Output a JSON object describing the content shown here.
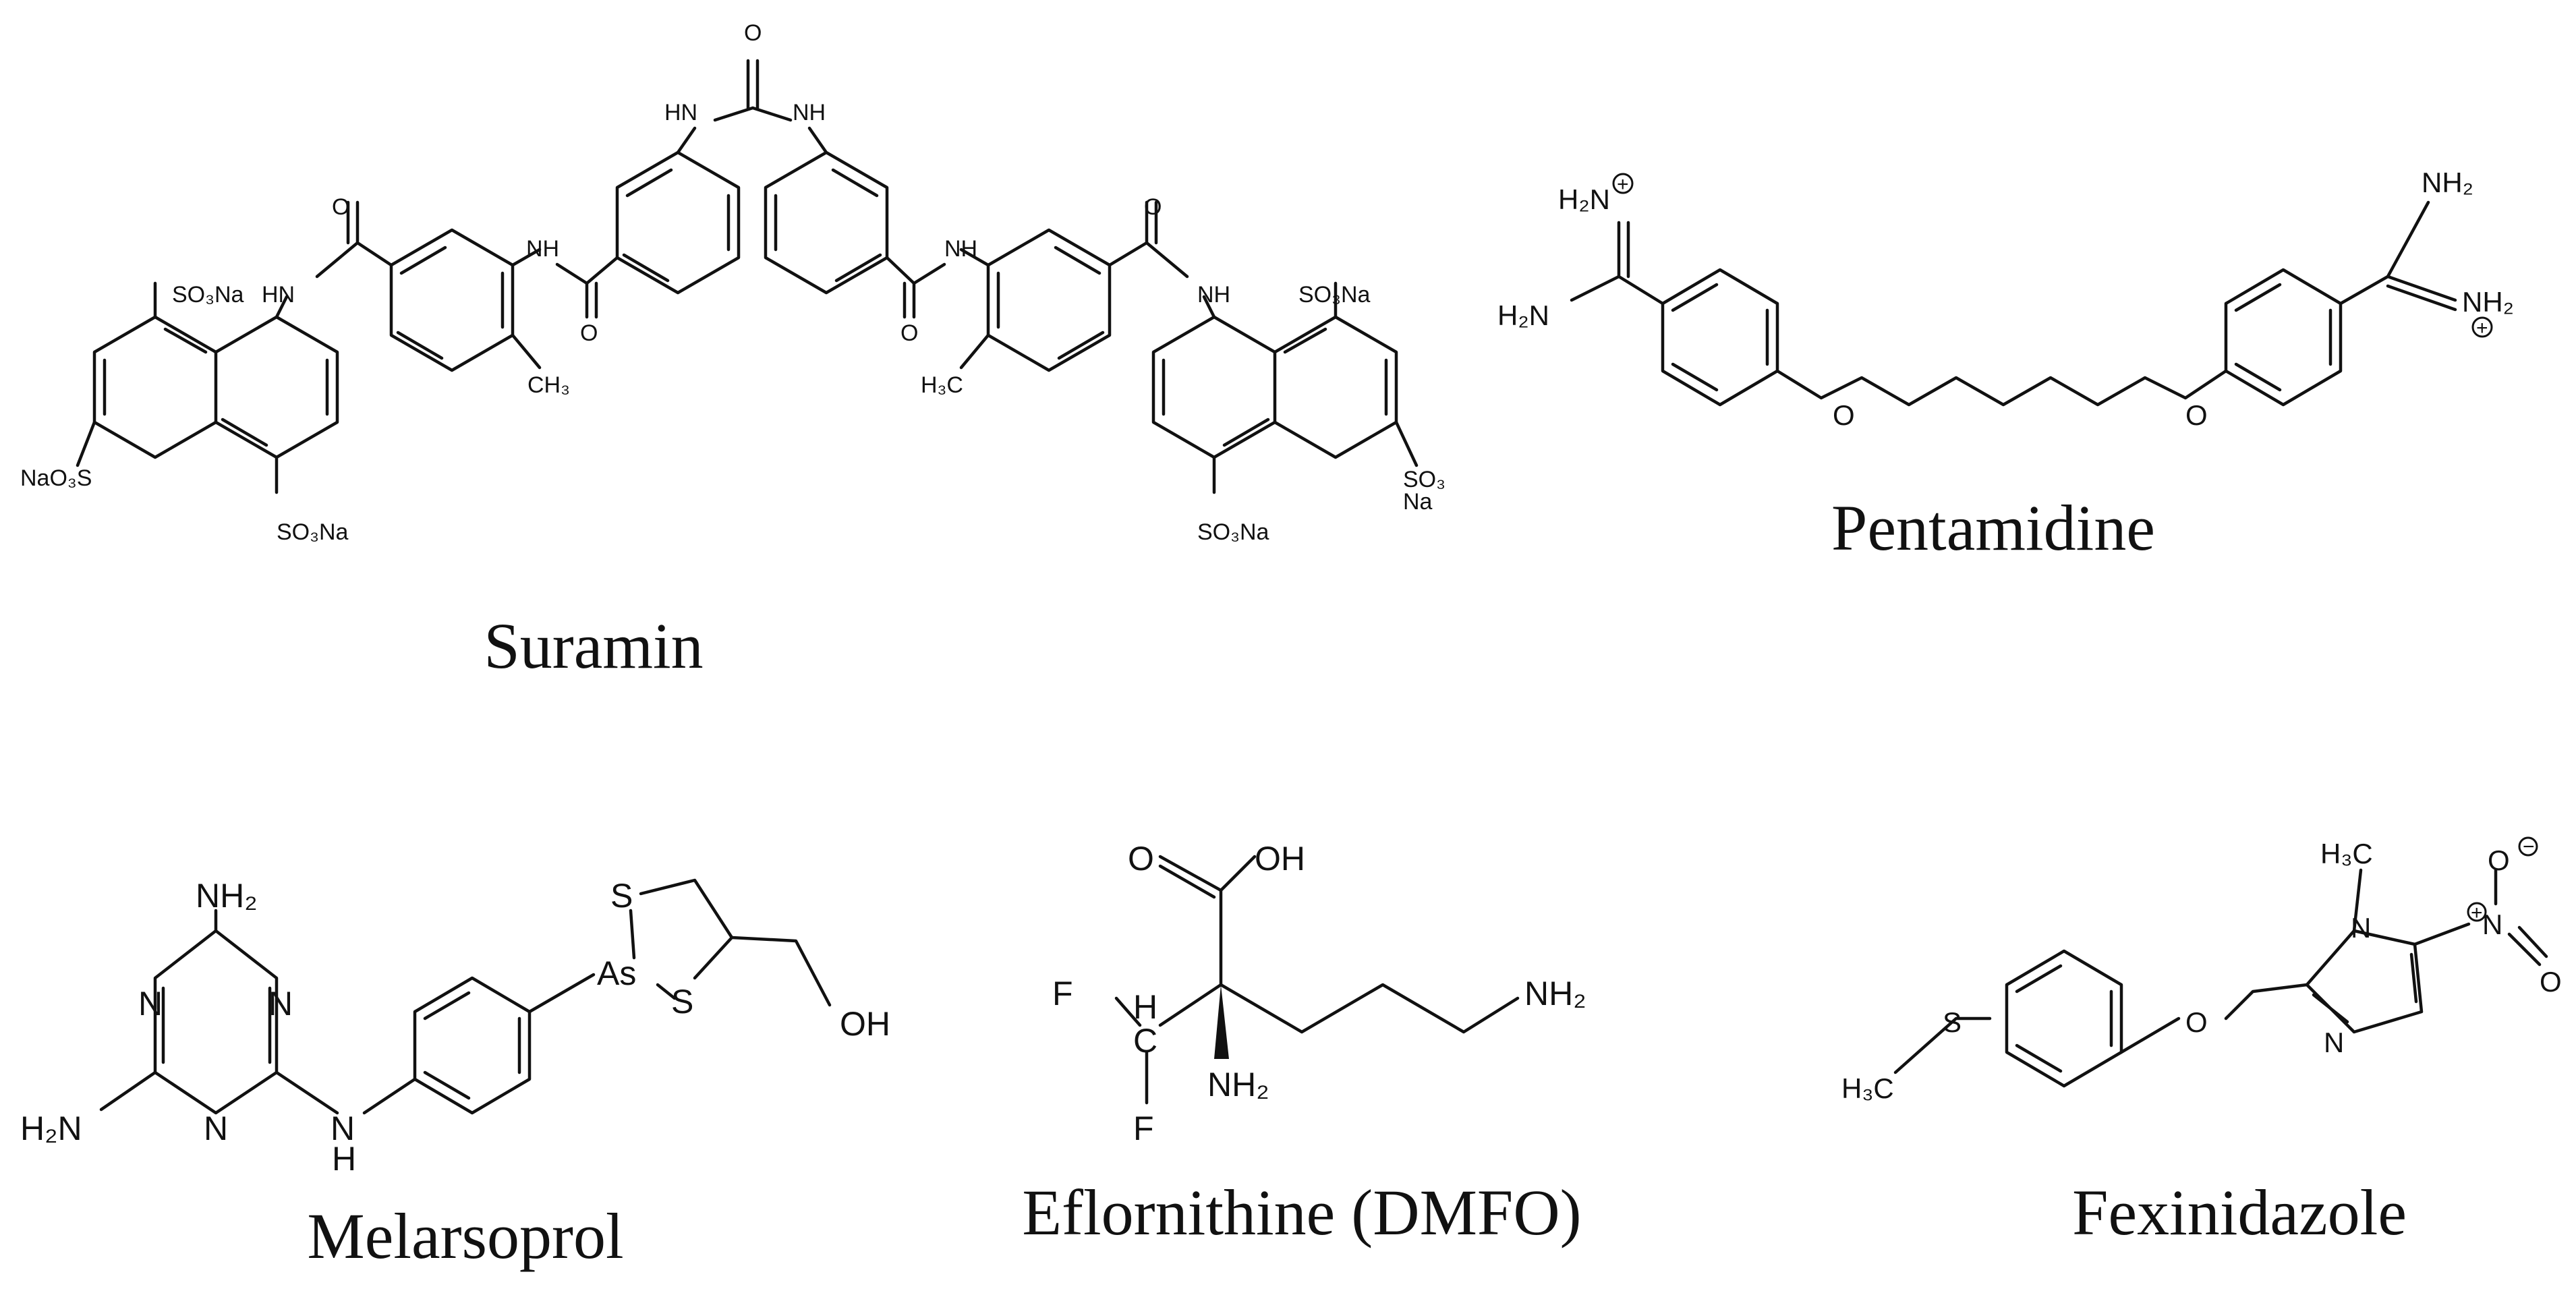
{
  "molecules": {
    "suramin": {
      "name": "Suramin",
      "labels": {
        "so3na_1": "SO₃Na",
        "so3na_2": "SO₃Na",
        "nao3s": "NaO₃S",
        "so3na_3": "SO₃Na",
        "so3na_4": "SO₃Na",
        "so3_5": "SO₃",
        "na_5": "Na",
        "nh_1": "HN",
        "nh_2": "NH",
        "nh_3": "HN",
        "nh_4": "NH",
        "nh_5": "NH",
        "nh_6": "NH",
        "o_1": "O",
        "o_2": "O",
        "o_3": "O",
        "o_4": "O",
        "o_5": "O",
        "ch3_1": "CH₃",
        "ch3_2": "H₃C"
      }
    },
    "pentamidine": {
      "name": "Pentamidine",
      "labels": {
        "h2n_plus": "H₂N",
        "h2n": "H₂N",
        "nh2_a": "NH₂",
        "nh2_b": "NH₂",
        "o_1": "O",
        "o_2": "O",
        "plus": "+"
      }
    },
    "melarsoprol": {
      "name": "Melarsoprol",
      "labels": {
        "nh2_top": "NH₂",
        "h2n": "H₂N",
        "n1": "N",
        "n2": "N",
        "n3": "N",
        "nh": "N",
        "h": "H",
        "as": "As",
        "s1": "S",
        "s2": "S",
        "oh": "OH"
      }
    },
    "eflornithine": {
      "name": "Eflornithine (DMFO)",
      "labels": {
        "o": "O",
        "oh": "OH",
        "f1": "F",
        "f2": "F",
        "h": "H",
        "c": "C",
        "nh2_side": "NH₂",
        "nh2_alpha": "NH₂"
      }
    },
    "fexinidazole": {
      "name": "Fexinidazole",
      "labels": {
        "h3c_top": "H₃C",
        "n_ring": "N",
        "n_ring2": "N",
        "n_nitro": "N",
        "o1": "O",
        "o2": "O",
        "o_ether": "O",
        "s": "S",
        "h3c_s": "H₃C",
        "plus": "+",
        "minus": "−"
      }
    }
  }
}
